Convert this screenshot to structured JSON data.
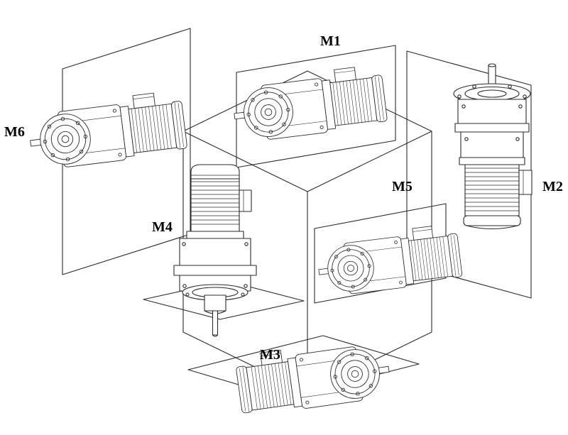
{
  "diagram": {
    "labels": {
      "m1": "M1",
      "m2": "M2",
      "m3": "M3",
      "m4": "M4",
      "m5": "M5",
      "m6": "M6"
    },
    "colors": {
      "background": "#ffffff",
      "line": "#2b2b2b",
      "label": "#000000"
    }
  }
}
